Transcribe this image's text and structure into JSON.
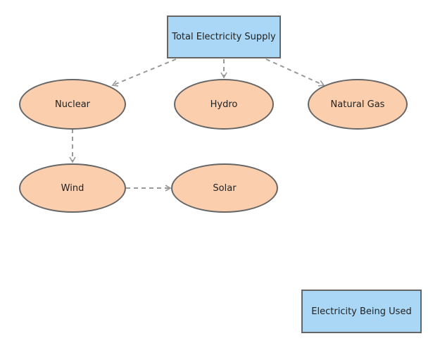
{
  "colors": {
    "box_fill": "#a9d7f5",
    "ellipse_fill": "#fbcfae",
    "stroke": "#666666",
    "edge": "#9a9a9a"
  },
  "nodes": {
    "total_supply": "Total Electricity Supply",
    "nuclear": "Nuclear",
    "hydro": "Hydro",
    "natural_gas": "Natural Gas",
    "wind": "Wind",
    "solar": "Solar",
    "electricity_used": "Electricity Being Used"
  },
  "edges": [
    {
      "from": "total_supply",
      "to": "nuclear",
      "style": "dashed",
      "arrow": true
    },
    {
      "from": "total_supply",
      "to": "hydro",
      "style": "dashed",
      "arrow": true
    },
    {
      "from": "total_supply",
      "to": "natural_gas",
      "style": "dashed",
      "arrow": true
    },
    {
      "from": "nuclear",
      "to": "wind",
      "style": "dashed",
      "arrow": true
    },
    {
      "from": "wind",
      "to": "solar",
      "style": "dashed",
      "arrow": true
    }
  ]
}
